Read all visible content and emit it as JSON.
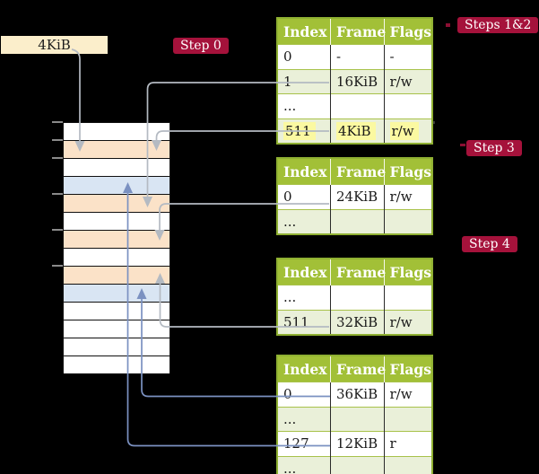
{
  "labels": {
    "frame_size_box": "4KiB"
  },
  "badges": {
    "step0": "Step 0",
    "steps_1_2": "Steps 1&2",
    "step3": "Step 3",
    "step4": "Step 4"
  },
  "memory": {
    "row_fills": [
      "white",
      "orange",
      "white",
      "blue",
      "orange",
      "white",
      "orange",
      "white",
      "orange",
      "blue",
      "white",
      "white",
      "white",
      "white"
    ]
  },
  "tables": [
    {
      "headers": [
        "Index",
        "Frame",
        "Flags"
      ],
      "rows": [
        {
          "index": "0",
          "frame": "-",
          "flags": "-",
          "shaded": false,
          "highlighted": false
        },
        {
          "index": "1",
          "frame": "16KiB",
          "flags": "r/w",
          "shaded": true,
          "highlighted": false
        },
        {
          "index": "...",
          "frame": "",
          "flags": "",
          "shaded": false,
          "highlighted": false
        },
        {
          "index": "511",
          "frame": "4KiB",
          "flags": "r/w",
          "shaded": true,
          "highlighted": true
        }
      ]
    },
    {
      "headers": [
        "Index",
        "Frame",
        "Flags"
      ],
      "rows": [
        {
          "index": "0",
          "frame": "24KiB",
          "flags": "r/w",
          "shaded": false,
          "highlighted": false
        },
        {
          "index": "...",
          "frame": "",
          "flags": "",
          "shaded": true,
          "highlighted": false
        }
      ]
    },
    {
      "headers": [
        "Index",
        "Frame",
        "Flags"
      ],
      "rows": [
        {
          "index": "...",
          "frame": "",
          "flags": "",
          "shaded": false,
          "highlighted": false
        },
        {
          "index": "511",
          "frame": "32KiB",
          "flags": "r/w",
          "shaded": true,
          "highlighted": false
        }
      ]
    },
    {
      "headers": [
        "Index",
        "Frame",
        "Flags"
      ],
      "rows": [
        {
          "index": "0",
          "frame": "36KiB",
          "flags": "r/w",
          "shaded": false,
          "highlighted": false
        },
        {
          "index": "...",
          "frame": "",
          "flags": "",
          "shaded": true,
          "highlighted": false
        },
        {
          "index": "127",
          "frame": "12KiB",
          "flags": "r",
          "shaded": false,
          "highlighted": false
        },
        {
          "index": "...",
          "frame": "",
          "flags": "",
          "shaded": true,
          "highlighted": false
        }
      ]
    }
  ],
  "colors": {
    "badge_red": "#A5123B",
    "frame_box_cream": "#FBEECB",
    "frame_orange": "#FBE2C8",
    "page_blue": "#D9E5F3",
    "table_header_green": "#A2C037",
    "table_row_green": "#EAF0D9",
    "highlight_yellow": "#FBF9A1",
    "gray_arrow": "#B4BAC2",
    "blue_arrow": "#7B91C1"
  }
}
